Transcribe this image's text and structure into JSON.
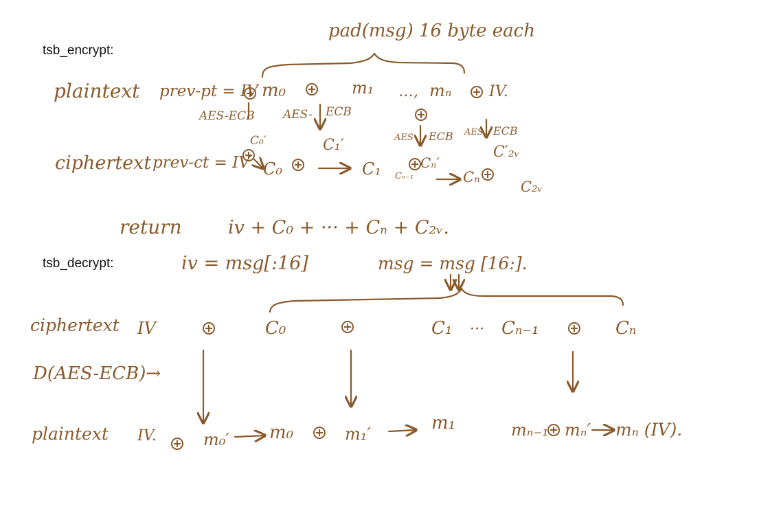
{
  "encrypt": {
    "heading": "tsb_encrypt:",
    "brace_label": "pad(msg) 16 byte each",
    "plaintext_label": "plaintext",
    "plaintext_line": {
      "prev_pt": "prev-pt = IV",
      "m0": "m₀",
      "m1": "m₁",
      "dots": "…,",
      "mn": "mₙ",
      "iv": "IV."
    },
    "aes_labels": {
      "a0": "AES-ECB",
      "a1": "AES-",
      "a1b": "ECB",
      "an": "AES",
      "anb": "ECB",
      "a2v": "AES",
      "a2vb": "ECB"
    },
    "prime_labels": {
      "c0p": "C₀′",
      "c1p": "C₁′",
      "c2vp": "C′₂ᵥ"
    },
    "ciphertext_label": "ciphertext",
    "ciphertext_line": {
      "prev_ct": "prev-ct = IV",
      "c0": "C₀",
      "c1": "C₁",
      "cn1": "Cₙ₋₁",
      "cnp": "Cₙ′",
      "cn": "Cₙ",
      "c2v": "C₂ᵥ"
    },
    "return_label": "return",
    "return_expr": "iv + C₀ + ··· + Cₙ + C₂ᵥ."
  },
  "decrypt": {
    "heading": "tsb_decrypt:",
    "iv_assign": "iv = msg[:16]",
    "msg_assign": "msg = msg [16:].",
    "ciphertext_label": "ciphertext",
    "cipher_line": {
      "iv": "IV",
      "c0": "C₀",
      "c1": "C₁",
      "dots": "···",
      "cn1": "Cₙ₋₁",
      "cn": "Cₙ"
    },
    "d_label": "D(AES-ECB)→",
    "plaintext_label": "plaintext",
    "plain_line": {
      "iv": "IV.",
      "m0p": "m₀′",
      "m0": "m₀",
      "m1p": "m₁′",
      "m1": "m₁",
      "mn1": "mₙ₋₁",
      "mnp": "mₙ′",
      "mn_tail": "mₙ (IV)."
    }
  }
}
